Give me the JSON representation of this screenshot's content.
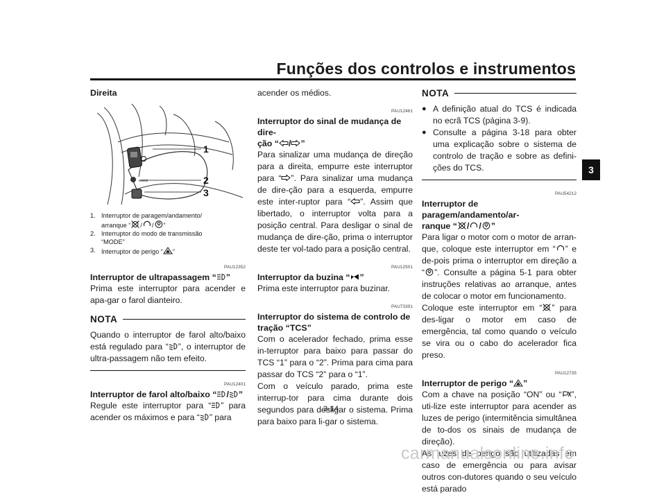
{
  "header": {
    "title": "Funções dos controlos e instrumentos",
    "chapter": "3"
  },
  "col1": {
    "heading": "Direita",
    "callouts": [
      "1",
      "2",
      "3"
    ],
    "switch_label": "MODE",
    "captions": [
      {
        "num": "1.",
        "a": "Interruptor de paragem/andamento/",
        "b": "arranque “",
        "c": "/",
        "d": "/",
        "e": "”"
      },
      {
        "num": "2.",
        "a": "Interruptor do modo de transmissão",
        "b": "“MODE”"
      },
      {
        "num": "3.",
        "a": "Interruptor de perigo “",
        "e": "”"
      }
    ],
    "code1": "PAU12352",
    "h1": "Interruptor de ultrapassagem “",
    "h1_end": "”",
    "p1": "Prima este interruptor para acender e apa-gar o farol dianteiro.",
    "nota_label": "NOTA",
    "nota_a": "Quando o interruptor de farol alto/baixo está regulado para “",
    "nota_b": "”, o interruptor de ultra-passagem não tem efeito.",
    "code2": "PAU12401",
    "h2": "Interruptor de farol alto/baixo “",
    "h2_sep": "/",
    "h2_end": "”",
    "p2_a": "Regule este interruptor para “",
    "p2_b": "” para acender os máximos e para “",
    "p2_c": "” para"
  },
  "col2": {
    "p0": "acender os médios.",
    "code1": "PAU12461",
    "h1_a": "Interruptor do sinal de mudança de dire-",
    "h1_b": "ção “",
    "h1_sep": "/",
    "h1_end": "”",
    "p1_a": "Para sinalizar uma mudança de direção para a direita, empurre este interruptor para “",
    "p1_b": "”. Para sinalizar uma mudança de dire-ção para a esquerda, empurre este inter-ruptor para “",
    "p1_c": "”. Assim que libertado, o interruptor volta para a posição central. Para desligar o sinal de mudança de dire-ção, prima o interruptor deste ter vol-tado para a posição central.",
    "code2": "PAU12501",
    "h2": "Interruptor da buzina “",
    "h2_end": "”",
    "p2": "Prima este interruptor para buzinar.",
    "code3": "PAU73391",
    "h3_a": "Interruptor do sistema de controlo de",
    "h3_b": "tração “TCS”",
    "p3": "Com o acelerador fechado, prima esse in-terruptor para baixo para passar do TCS “1” para o “2”. Prima para cima para passar do TCS “2” para o “1”.",
    "p4": "Com o veículo parado, prima este interrup-tor para cima durante dois segundos para desligar o sistema. Prima para baixo para li-gar o sistema."
  },
  "col3": {
    "nota_label": "NOTA",
    "bullets": [
      "A definição atual do TCS é indicada no ecrã TCS (página 3-9).",
      "Consulte a página 3-18 para obter uma explicação sobre o sistema de controlo de tração e sobre as defini-ções do TCS."
    ],
    "code1": "PAU54212",
    "h1_a": "Interruptor de paragem/andamento/ar-",
    "h1_b": "ranque “",
    "h1_sep": "/",
    "h1_end": "”",
    "p1_a": "Para ligar o motor com o motor de arran-que, coloque este interruptor em “",
    "p1_b": "” e de-pois prima o interruptor em direção a “",
    "p1_c": "”. Consulte a página 5-1 para obter instruções relativas ao arranque, antes de colocar o motor em funcionamento.",
    "p2_a": "Coloque este interruptor em “",
    "p2_b": "” para des-ligar o motor em caso de emergência, tal como quando o veículo se vira ou o cabo do acelerador fica preso.",
    "code2": "PAU12735",
    "h2": "Interruptor de perigo “",
    "h2_end": "”",
    "p3_a": "Com a chave na posição “ON” ou “",
    "p3_b": "”, uti-lize este interruptor para acender as luzes de perigo (intermitência simultânea de to-dos os sinais de mudança de direção).",
    "p4": "As luzes de perigo são utilizadas em caso de emergência ou para avisar outros con-dutores quando o seu veículo está parado"
  },
  "footer": {
    "page": "3-14",
    "watermark": "carmanualsonline.info"
  },
  "icons": [
    "stop-icon",
    "run-icon",
    "start-icon",
    "high-beam-icon",
    "low-beam-icon",
    "turn-left-icon",
    "turn-right-icon",
    "horn-icon",
    "hazard-icon",
    "parking-icon"
  ]
}
